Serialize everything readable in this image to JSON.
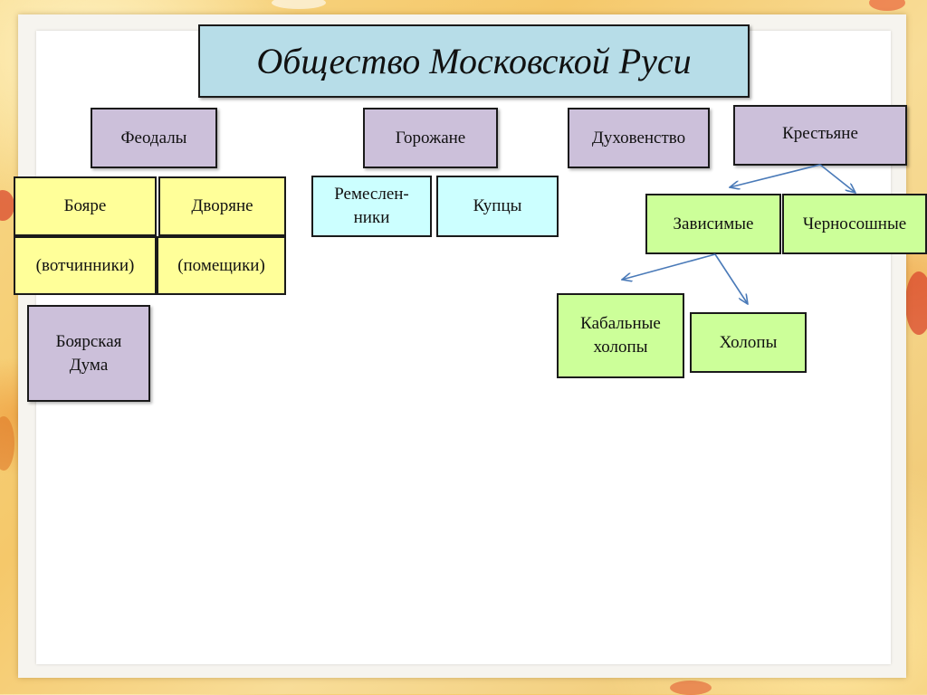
{
  "title": "Общество  Московской Руси",
  "categories": {
    "feudals": "Феодалы",
    "townspeople": "Горожане",
    "clergy": "Духовенство",
    "peasants": "Крестьяне"
  },
  "feudals": {
    "boyars": "Бояре",
    "boyars_note": "(вотчинники)",
    "nobles": "Дворяне",
    "nobles_note": "(помещики)",
    "duma": "Боярская\nДума"
  },
  "townspeople": {
    "artisans": "Ремеслен-\nники",
    "merchants": "Купцы"
  },
  "peasants": {
    "dependent": "Зависимые",
    "black_ploughing": "Черносошные",
    "bonded_serfs": "Кабальные\nхолопы",
    "serfs": "Холопы"
  },
  "colors": {
    "title_fill": "#b7dde8",
    "category_fill": "#ccc0da",
    "feudal_fill": "#ffff99",
    "town_fill": "#ccffff",
    "peasant_fill": "#ccff99",
    "arrow": "#4a7ab8"
  }
}
